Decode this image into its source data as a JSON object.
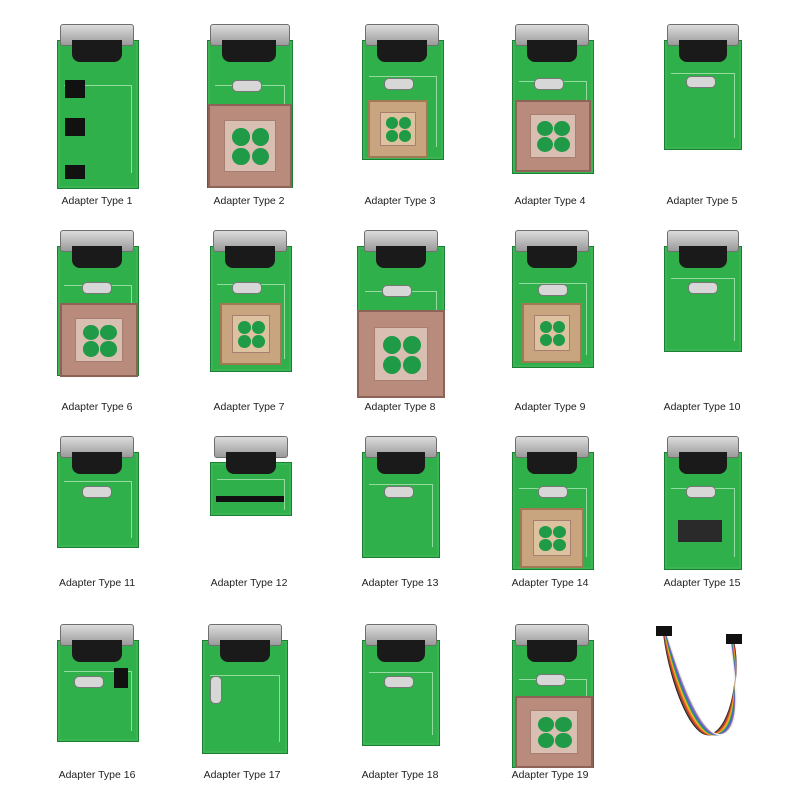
{
  "adapters": [
    {
      "label": "Adapter Type 1",
      "socket": "none"
    },
    {
      "label": "Adapter Type 2",
      "socket": "pink"
    },
    {
      "label": "Adapter Type 3",
      "socket": "tan"
    },
    {
      "label": "Adapter Type 4",
      "socket": "pink"
    },
    {
      "label": "Adapter Type 5",
      "socket": "none"
    },
    {
      "label": "Adapter Type 6",
      "socket": "pink"
    },
    {
      "label": "Adapter Type 7",
      "socket": "tan"
    },
    {
      "label": "Adapter Type 8",
      "socket": "pink"
    },
    {
      "label": "Adapter Type 9",
      "socket": "tan"
    },
    {
      "label": "Adapter Type 10",
      "socket": "none"
    },
    {
      "label": "Adapter Type 11",
      "socket": "none"
    },
    {
      "label": "Adapter Type 12",
      "socket": "none"
    },
    {
      "label": "Adapter Type 13",
      "socket": "none"
    },
    {
      "label": "Adapter Type 14",
      "socket": "tan"
    },
    {
      "label": "Adapter Type 15",
      "socket": "none"
    },
    {
      "label": "Adapter Type 16",
      "socket": "none"
    },
    {
      "label": "Adapter Type 17",
      "socket": "none"
    },
    {
      "label": "Adapter Type 18",
      "socket": "none"
    },
    {
      "label": "Adapter Type 19",
      "socket": "pink"
    }
  ],
  "cable_colors": [
    "#222222",
    "#8b4a2b",
    "#e23b2e",
    "#f08a24",
    "#e5c31e",
    "#3aa34a",
    "#2f6fd1",
    "#8a4fc4",
    "#9a9a9a",
    "#f2f2f2"
  ]
}
